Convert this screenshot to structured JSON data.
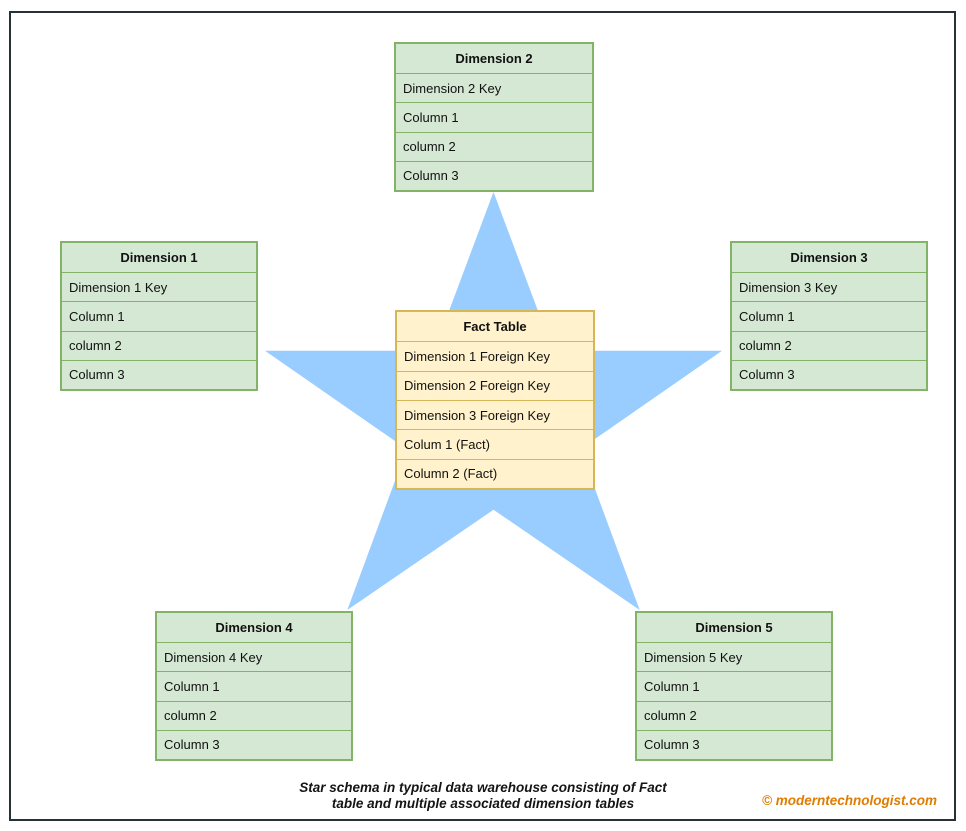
{
  "diagram": {
    "caption_line1": "Star schema in typical data warehouse consisting of Fact",
    "caption_line2": "table and multiple associated dimension tables",
    "copyright": "© moderntechnologist.com"
  },
  "colors": {
    "dimension_fill": "#d5e8d4",
    "dimension_border": "#82b366",
    "fact_fill": "#fff2cc",
    "fact_border": "#d6b656",
    "star_fill": "#99ccff",
    "frame_border": "#263238",
    "copyright_color": "#e07c00"
  },
  "tables": {
    "dim1": {
      "title": "Dimension 1",
      "rows": [
        "Dimension 1 Key",
        "Column 1",
        "column 2",
        "Column 3"
      ]
    },
    "dim2": {
      "title": "Dimension 2",
      "rows": [
        "Dimension 2 Key",
        "Column 1",
        "column 2",
        "Column 3"
      ]
    },
    "dim3": {
      "title": "Dimension 3",
      "rows": [
        "Dimension 3 Key",
        "Column 1",
        "column 2",
        "Column 3"
      ]
    },
    "dim4": {
      "title": "Dimension 4",
      "rows": [
        "Dimension 4 Key",
        "Column 1",
        "column 2",
        "Column 3"
      ]
    },
    "dim5": {
      "title": "Dimension 5",
      "rows": [
        "Dimension 5 Key",
        "Column 1",
        "column 2",
        "Column 3"
      ]
    },
    "fact": {
      "title": "Fact Table",
      "rows": [
        "Dimension 1 Foreign Key",
        "Dimension 2 Foreign Key",
        "Dimension 3 Foreign Key",
        "Colum 1 (Fact)",
        "Column 2 (Fact)"
      ]
    }
  }
}
